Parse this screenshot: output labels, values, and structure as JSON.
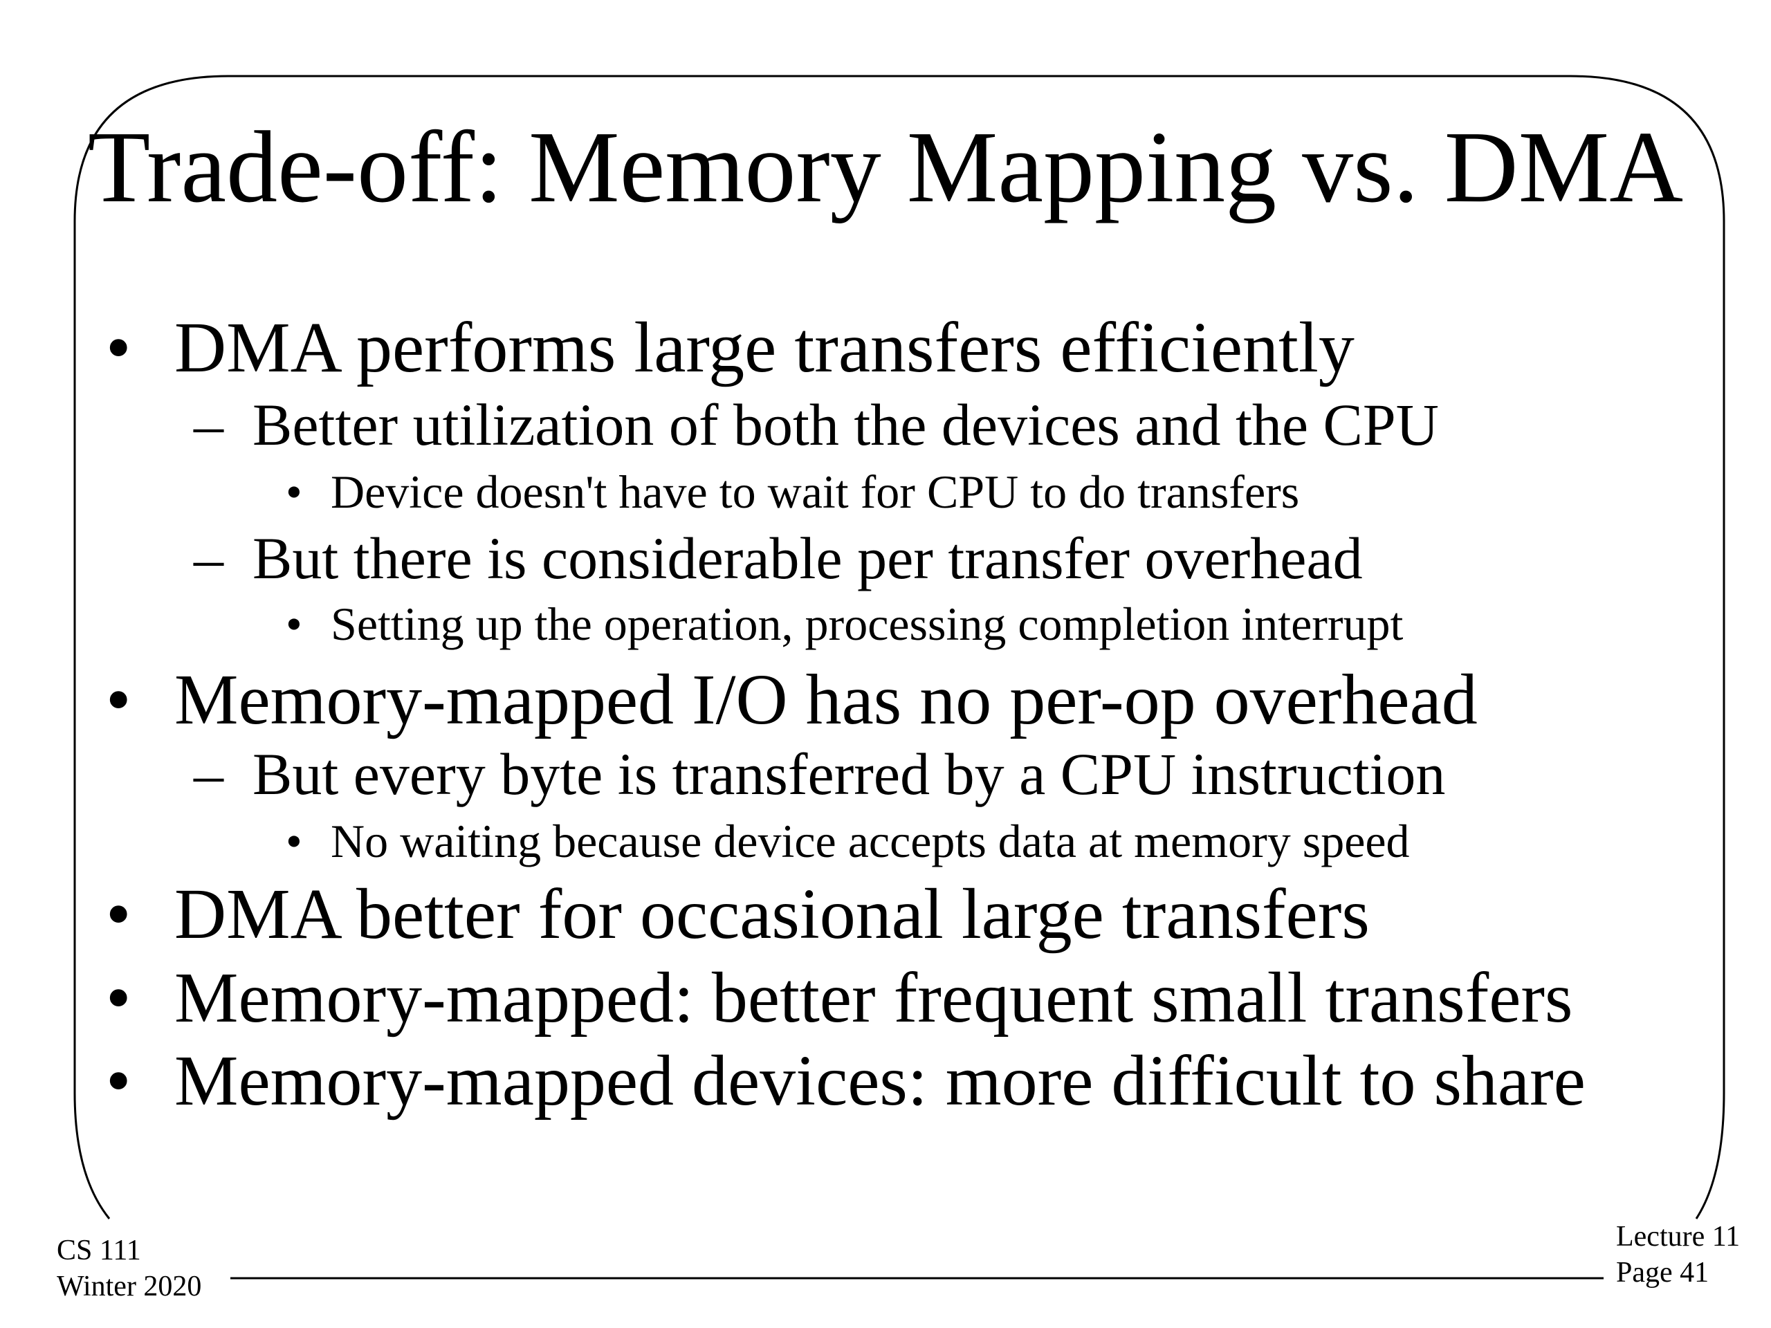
{
  "slide": {
    "title": "Trade-off: Memory Mapping vs. DMA",
    "bullets": [
      {
        "marker": "•",
        "level": 1,
        "text": "DMA performs large transfers efficiently"
      },
      {
        "marker": "–",
        "level": 2,
        "text": "Better utilization of both the devices and the CPU"
      },
      {
        "marker": "•",
        "level": 3,
        "text": "Device doesn't have to wait for CPU to do transfers"
      },
      {
        "marker": "–",
        "level": 2,
        "text": "But there is considerable per transfer overhead"
      },
      {
        "marker": "•",
        "level": 3,
        "text": "Setting up the operation, processing completion interrupt"
      },
      {
        "marker": "•",
        "level": 1,
        "text": "Memory-mapped I/O has no per-op overhead"
      },
      {
        "marker": "–",
        "level": 2,
        "text": "But every byte is transferred by a CPU instruction"
      },
      {
        "marker": "•",
        "level": 3,
        "text": "No waiting because device accepts data at memory speed"
      },
      {
        "marker": "•",
        "level": 1,
        "text": "DMA better for occasional large transfers"
      },
      {
        "marker": "•",
        "level": 1,
        "text": "Memory-mapped: better frequent small transfers"
      },
      {
        "marker": "•",
        "level": 1,
        "text": "Memory-mapped devices: more difficult to share"
      }
    ]
  },
  "footer": {
    "course": "CS 111",
    "term": "Winter 2020",
    "lecture": "Lecture 11",
    "page": "Page 41"
  }
}
